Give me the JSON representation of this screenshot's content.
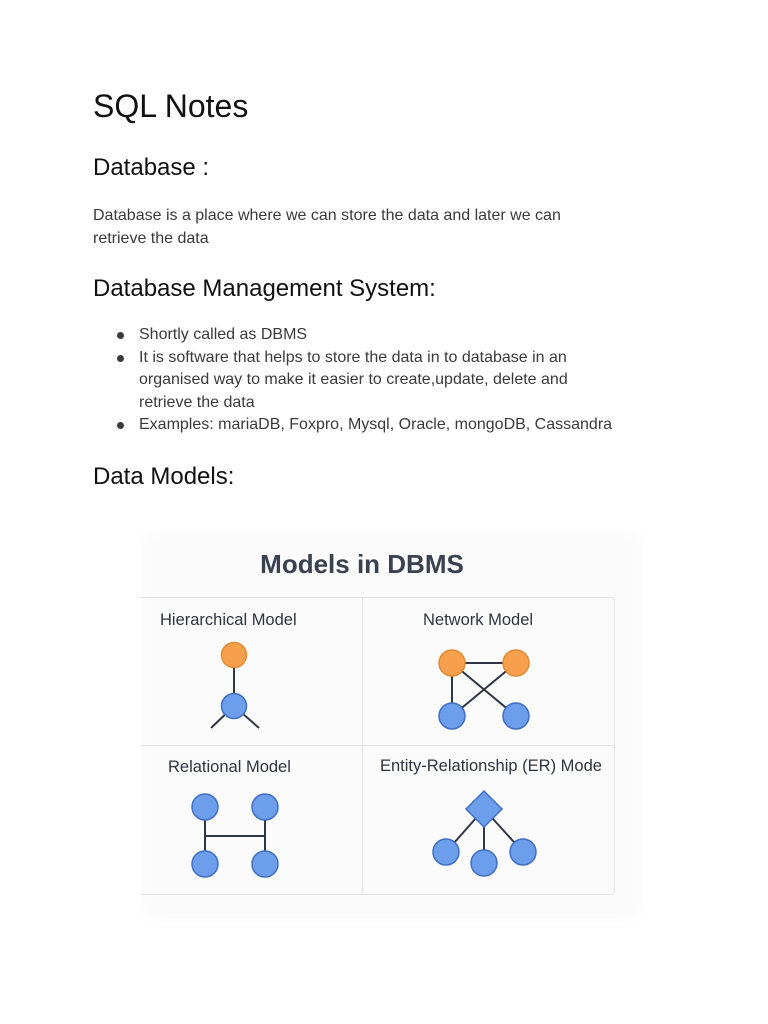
{
  "document": {
    "title": "SQL Notes",
    "sections": {
      "database": {
        "heading": "Database :",
        "body_line1": "Database is a place where we can store the data and later we can",
        "body_line2": "retrieve the data"
      },
      "dbms": {
        "heading": "Database Management System:",
        "bullets": [
          "Shortly called as DBMS",
          "It is software that helps to store the data in to database in an",
          "organised way to make it easier to create,update, delete and",
          "retrieve the data",
          "Examples: mariaDB, Foxpro, Mysql, Oracle, mongoDB, Cassandra"
        ]
      },
      "data_models": {
        "heading": "Data Models:"
      }
    }
  },
  "figure": {
    "title": "Models in DBMS",
    "models": [
      {
        "label": "Hierarchical Model"
      },
      {
        "label": "Network Model"
      },
      {
        "label": "Relational Model"
      },
      {
        "label": "Entity-Relationship (ER) Mode"
      }
    ],
    "colors": {
      "orange_node": "#f6a04d",
      "blue_node": "#6d9eeb",
      "node_stroke": "#3f6fc4",
      "edge": "#2f3542"
    }
  }
}
